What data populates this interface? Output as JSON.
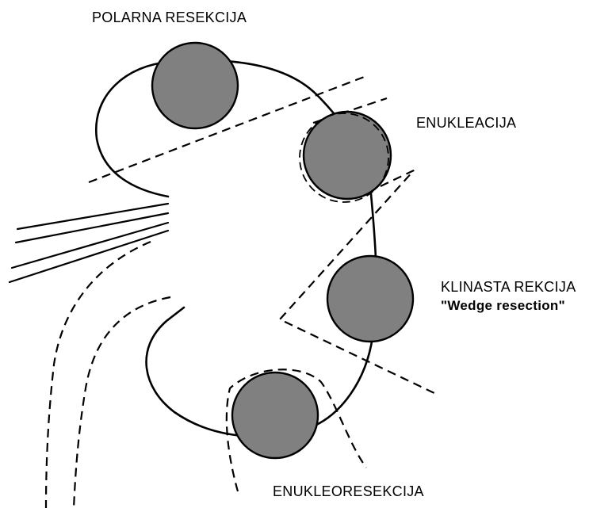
{
  "colors": {
    "background": "#ffffff",
    "outline": "#000000",
    "tumor_fill": "#808080"
  },
  "labels": {
    "polar": "POLARNA RESEKCIJA",
    "enucleation": "ENUKLEACIJA",
    "wedge": "KLINASTA REKCIJA",
    "wedge_en": "\"Wedge resection\"",
    "enucleoresection": "ENUKLEORESEKCIJA"
  }
}
